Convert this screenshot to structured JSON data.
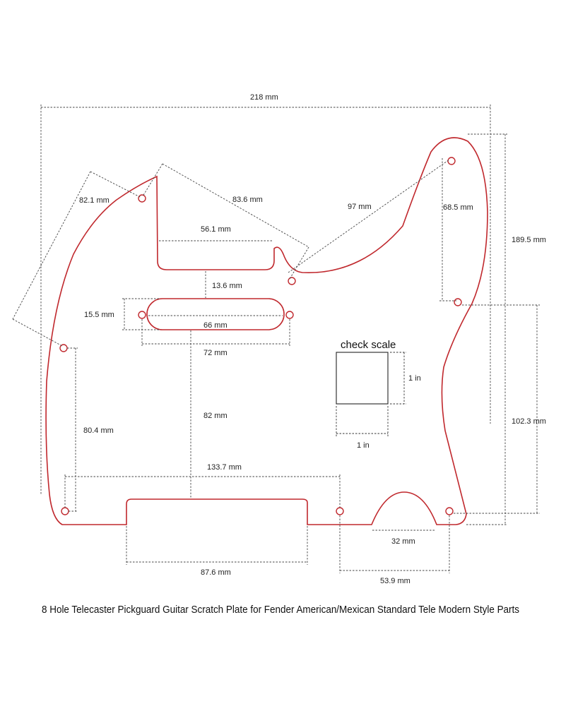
{
  "colors": {
    "outline": "#c0282d",
    "dimension": "#444444",
    "text": "#222222"
  },
  "dimensions": {
    "overall_width": "218 mm",
    "overall_height": "189.5 mm",
    "upper_left_slant": "82.1 mm",
    "upper_diagonal": "83.6 mm",
    "horn_diagonal": "97 mm",
    "right_upper_holes": "68.5 mm",
    "neck_pocket_width": "56.1 mm",
    "pocket_to_pickup_gap": "13.6 mm",
    "pickup_height": "15.5 mm",
    "pickup_length": "66 mm",
    "pickup_hole_spacing": "72 mm",
    "pickup_to_bridge": "82 mm",
    "left_holes_spacing": "80.4 mm",
    "bottom_holes_spacing": "133.7 mm",
    "right_lower_holes": "102.3 mm",
    "control_cutout_width": "32 mm",
    "bridge_cutout_width": "87.6 mm",
    "bottom_right_holes": "53.9 mm"
  },
  "check_scale": {
    "title": "check scale",
    "height_label": "1 in",
    "width_label": "1 in"
  },
  "caption": "8 Hole Telecaster Pickguard Guitar Scratch Plate for Fender American/Mexican Standard Tele Modern Style Parts"
}
